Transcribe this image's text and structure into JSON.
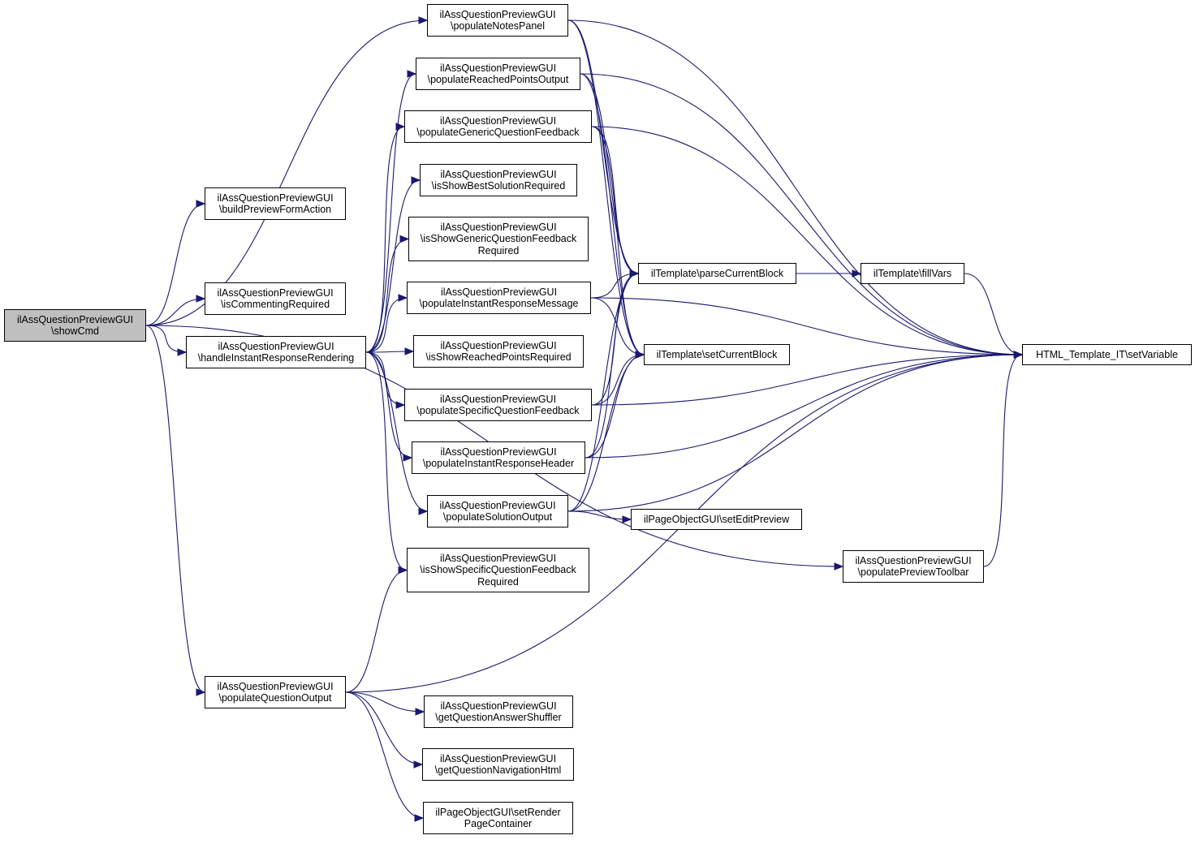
{
  "diagram": {
    "nodes": [
      {
        "id": "showCmd",
        "lines": [
          "ilAssQuestionPreviewGUI",
          "\\showCmd"
        ],
        "root": true
      },
      {
        "id": "buildPreviewFormAction",
        "lines": [
          "ilAssQuestionPreviewGUI",
          "\\buildPreviewFormAction"
        ]
      },
      {
        "id": "isCommentingRequired",
        "lines": [
          "ilAssQuestionPreviewGUI",
          "\\isCommentingRequired"
        ]
      },
      {
        "id": "handleInstantResponseRendering",
        "lines": [
          "ilAssQuestionPreviewGUI",
          "\\handleInstantResponseRendering"
        ]
      },
      {
        "id": "populateQuestionOutput",
        "lines": [
          "ilAssQuestionPreviewGUI",
          "\\populateQuestionOutput"
        ]
      },
      {
        "id": "populateNotesPanel",
        "lines": [
          "ilAssQuestionPreviewGUI",
          "\\populateNotesPanel"
        ]
      },
      {
        "id": "populateReachedPointsOutput",
        "lines": [
          "ilAssQuestionPreviewGUI",
          "\\populateReachedPointsOutput"
        ]
      },
      {
        "id": "populateGenericQuestionFeedback",
        "lines": [
          "ilAssQuestionPreviewGUI",
          "\\populateGenericQuestionFeedback"
        ]
      },
      {
        "id": "isShowBestSolutionRequired",
        "lines": [
          "ilAssQuestionPreviewGUI",
          "\\isShowBestSolutionRequired"
        ]
      },
      {
        "id": "isShowGenericQuestionFeedbackRequired",
        "lines": [
          "ilAssQuestionPreviewGUI",
          "\\isShowGenericQuestionFeedback",
          "Required"
        ]
      },
      {
        "id": "populateInstantResponseMessage",
        "lines": [
          "ilAssQuestionPreviewGUI",
          "\\populateInstantResponseMessage"
        ]
      },
      {
        "id": "isShowReachedPointsRequired",
        "lines": [
          "ilAssQuestionPreviewGUI",
          "\\isShowReachedPointsRequired"
        ]
      },
      {
        "id": "populateSpecificQuestionFeedback",
        "lines": [
          "ilAssQuestionPreviewGUI",
          "\\populateSpecificQuestionFeedback"
        ]
      },
      {
        "id": "populateInstantResponseHeader",
        "lines": [
          "ilAssQuestionPreviewGUI",
          "\\populateInstantResponseHeader"
        ]
      },
      {
        "id": "populateSolutionOutput",
        "lines": [
          "ilAssQuestionPreviewGUI",
          "\\populateSolutionOutput"
        ]
      },
      {
        "id": "isShowSpecificQuestionFeedbackRequired",
        "lines": [
          "ilAssQuestionPreviewGUI",
          "\\isShowSpecificQuestionFeedback",
          "Required"
        ]
      },
      {
        "id": "getQuestionAnswerShuffler",
        "lines": [
          "ilAssQuestionPreviewGUI",
          "\\getQuestionAnswerShuffler"
        ]
      },
      {
        "id": "getQuestionNavigationHtml",
        "lines": [
          "ilAssQuestionPreviewGUI",
          "\\getQuestionNavigationHtml"
        ]
      },
      {
        "id": "setRenderPageContainer",
        "lines": [
          "ilPageObjectGUI\\setRender",
          "PageContainer"
        ]
      },
      {
        "id": "parseCurrentBlock",
        "lines": [
          "ilTemplate\\parseCurrentBlock"
        ]
      },
      {
        "id": "setCurrentBlock",
        "lines": [
          "ilTemplate\\setCurrentBlock"
        ]
      },
      {
        "id": "fillVars",
        "lines": [
          "ilTemplate\\fillVars"
        ]
      },
      {
        "id": "setEditPreview",
        "lines": [
          "ilPageObjectGUI\\setEditPreview"
        ]
      },
      {
        "id": "populatePreviewToolbar",
        "lines": [
          "ilAssQuestionPreviewGUI",
          "\\populatePreviewToolbar"
        ]
      },
      {
        "id": "setVariable",
        "lines": [
          "HTML_Template_IT\\setVariable"
        ]
      }
    ],
    "edges": [
      [
        "showCmd",
        "buildPreviewFormAction"
      ],
      [
        "showCmd",
        "populateNotesPanel"
      ],
      [
        "showCmd",
        "isCommentingRequired"
      ],
      [
        "showCmd",
        "handleInstantResponseRendering"
      ],
      [
        "showCmd",
        "populateQuestionOutput"
      ],
      [
        "showCmd",
        "populatePreviewToolbar"
      ],
      [
        "handleInstantResponseRendering",
        "populateReachedPointsOutput"
      ],
      [
        "handleInstantResponseRendering",
        "populateGenericQuestionFeedback"
      ],
      [
        "handleInstantResponseRendering",
        "isShowBestSolutionRequired"
      ],
      [
        "handleInstantResponseRendering",
        "isShowGenericQuestionFeedbackRequired"
      ],
      [
        "handleInstantResponseRendering",
        "populateInstantResponseMessage"
      ],
      [
        "handleInstantResponseRendering",
        "isShowReachedPointsRequired"
      ],
      [
        "handleInstantResponseRendering",
        "populateSpecificQuestionFeedback"
      ],
      [
        "handleInstantResponseRendering",
        "populateInstantResponseHeader"
      ],
      [
        "handleInstantResponseRendering",
        "populateSolutionOutput"
      ],
      [
        "handleInstantResponseRendering",
        "isShowSpecificQuestionFeedbackRequired"
      ],
      [
        "populateNotesPanel",
        "parseCurrentBlock"
      ],
      [
        "populateNotesPanel",
        "setCurrentBlock"
      ],
      [
        "populateNotesPanel",
        "setVariable"
      ],
      [
        "populateReachedPointsOutput",
        "parseCurrentBlock"
      ],
      [
        "populateReachedPointsOutput",
        "setCurrentBlock"
      ],
      [
        "populateReachedPointsOutput",
        "setVariable"
      ],
      [
        "populateGenericQuestionFeedback",
        "parseCurrentBlock"
      ],
      [
        "populateGenericQuestionFeedback",
        "setCurrentBlock"
      ],
      [
        "populateGenericQuestionFeedback",
        "setVariable"
      ],
      [
        "populateInstantResponseMessage",
        "parseCurrentBlock"
      ],
      [
        "populateInstantResponseMessage",
        "setCurrentBlock"
      ],
      [
        "populateInstantResponseMessage",
        "setVariable"
      ],
      [
        "populateSpecificQuestionFeedback",
        "parseCurrentBlock"
      ],
      [
        "populateSpecificQuestionFeedback",
        "setCurrentBlock"
      ],
      [
        "populateSpecificQuestionFeedback",
        "setVariable"
      ],
      [
        "populateInstantResponseHeader",
        "parseCurrentBlock"
      ],
      [
        "populateInstantResponseHeader",
        "setCurrentBlock"
      ],
      [
        "populateInstantResponseHeader",
        "setVariable"
      ],
      [
        "populateSolutionOutput",
        "parseCurrentBlock"
      ],
      [
        "populateSolutionOutput",
        "setCurrentBlock"
      ],
      [
        "populateSolutionOutput",
        "setVariable"
      ],
      [
        "populateSolutionOutput",
        "setEditPreview"
      ],
      [
        "parseCurrentBlock",
        "fillVars"
      ],
      [
        "fillVars",
        "setVariable"
      ],
      [
        "populatePreviewToolbar",
        "setVariable"
      ],
      [
        "populateQuestionOutput",
        "isShowSpecificQuestionFeedbackRequired"
      ],
      [
        "populateQuestionOutput",
        "setVariable"
      ],
      [
        "populateQuestionOutput",
        "getQuestionAnswerShuffler"
      ],
      [
        "populateQuestionOutput",
        "getQuestionNavigationHtml"
      ],
      [
        "populateQuestionOutput",
        "setRenderPageContainer"
      ]
    ],
    "colors": {
      "edge": "#191970",
      "root_fill": "#bfbfbf",
      "node_border": "#000000"
    }
  }
}
